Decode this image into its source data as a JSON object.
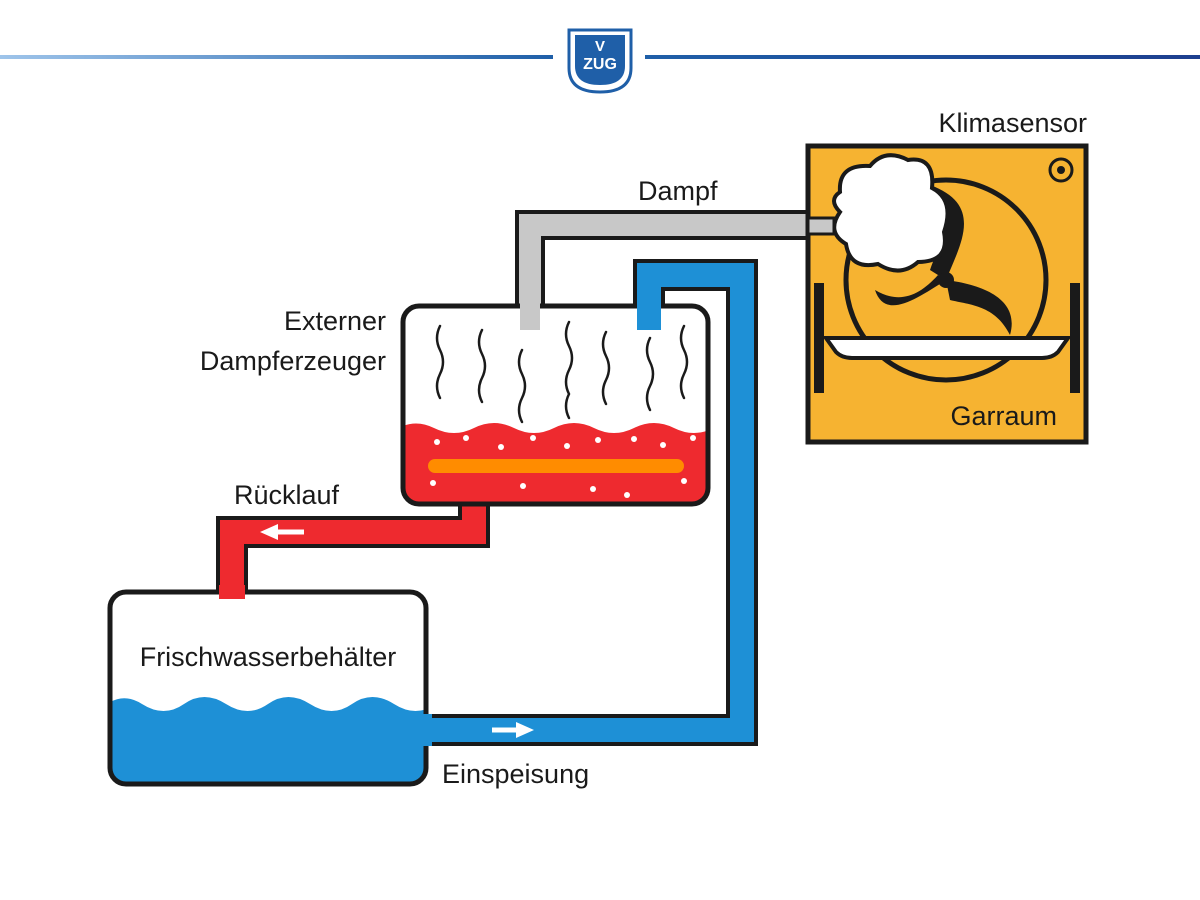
{
  "brand": {
    "logo_top": "V",
    "logo_bottom": "ZUG",
    "color": "#1f5fa8"
  },
  "labels": {
    "klimasensor": "Klimasensor",
    "dampf": "Dampf",
    "externer_line1": "Externer",
    "externer_line2": "Dampferzeuger",
    "garraum": "Garraum",
    "ruecklauf": "Rücklauf",
    "frischwasser": "Frischwasserbehälter",
    "einspeisung": "Einspeisung"
  },
  "colors": {
    "steam_pipe": "#c8c8c8",
    "water": "#1e90d6",
    "hot_water": "#ee2a2f",
    "heater": "#ff8c00",
    "oven": "#f6b331",
    "outline": "#1a1a1a"
  }
}
